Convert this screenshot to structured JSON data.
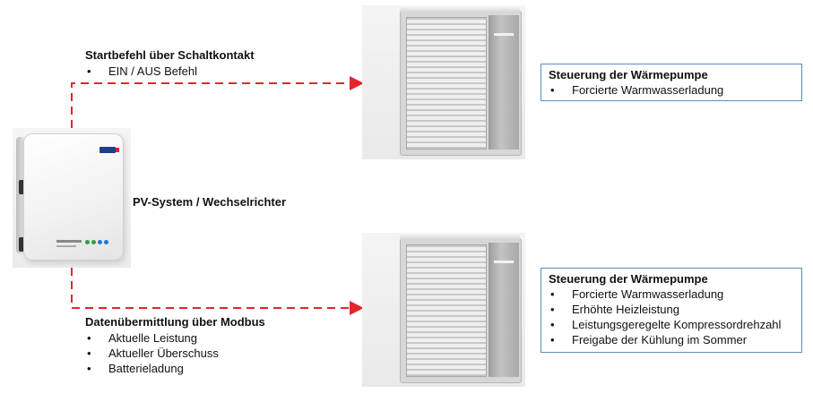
{
  "top_connection": {
    "title": "Startbefehl über Schaltkontakt",
    "items": [
      "EIN / AUS Befehl"
    ]
  },
  "inverter": {
    "label": "PV-System / Wechselrichter"
  },
  "bottom_connection": {
    "title": "Datenübermittlung über Modbus",
    "items": [
      "Aktuelle Leistung",
      "Aktueller Überschuss",
      "Batterieladung"
    ]
  },
  "box_top": {
    "title": "Steuerung der Wärmepumpe",
    "items": [
      "Forcierte Warmwasserladung"
    ]
  },
  "box_bottom": {
    "title": "Steuerung der Wärmepumpe",
    "items": [
      "Forcierte Warmwasserladung",
      "Erhöhte Heizleistung",
      "Leistungsgeregelte Kompressordrehzahl",
      "Freigabe der Kühlung im Sommer"
    ]
  },
  "colors": {
    "arrow": "#e3262b",
    "box_border": "#5b8bbf"
  },
  "icons": [
    "inverter-icon",
    "heat-pump-icon"
  ]
}
